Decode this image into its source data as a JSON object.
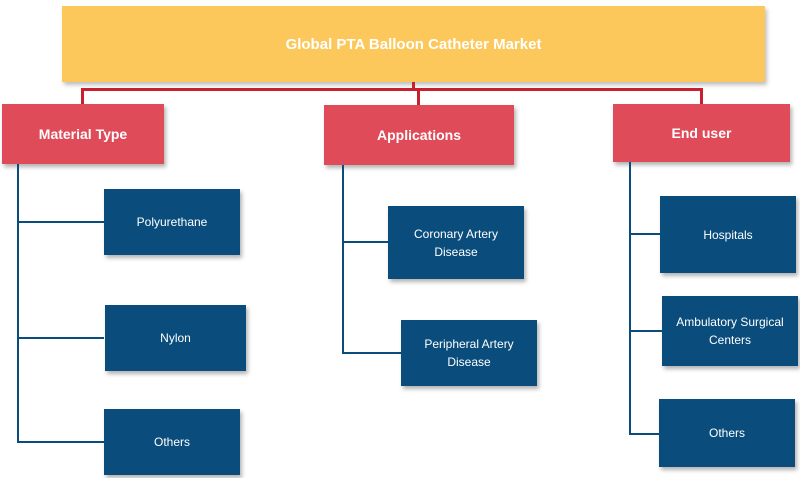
{
  "title": "Global PTA Balloon Catheter Market",
  "categories": [
    {
      "label": "Material Type",
      "items": [
        "Polyurethane",
        "Nylon",
        "Others"
      ]
    },
    {
      "label": "Applications",
      "items": [
        "Coronary Artery Disease",
        "Peripheral Artery Disease"
      ]
    },
    {
      "label": "End user",
      "items": [
        "Hospitals",
        "Ambulatory Surgical Centers",
        "Others"
      ]
    }
  ],
  "colors": {
    "root": "#fcc85b",
    "category": "#e04b5a",
    "connector_top": "#c8202c",
    "leaf": "#0a4d7c"
  }
}
